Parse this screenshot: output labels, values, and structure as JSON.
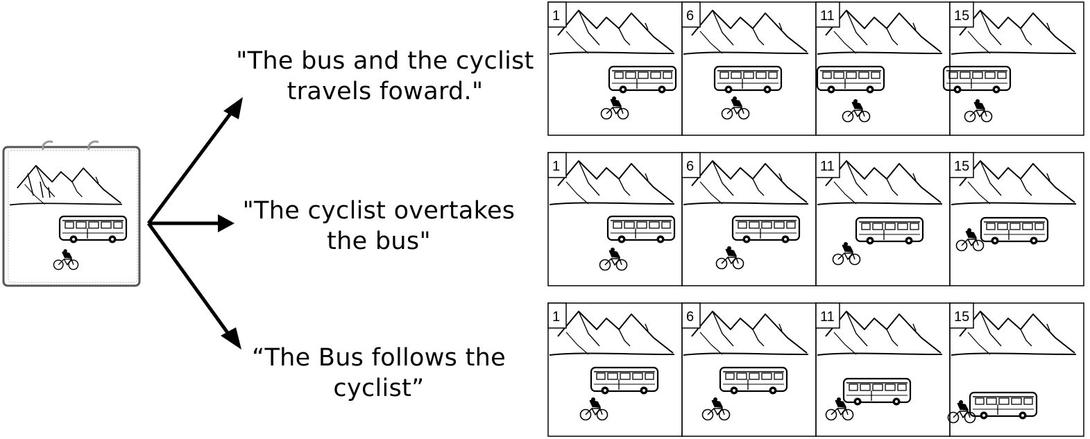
{
  "rows": [
    {
      "prompt_lines": [
        "\"The bus and the cyclist",
        "travels foward.\""
      ],
      "frames": [
        "1",
        "6",
        "11",
        "15"
      ]
    },
    {
      "prompt_lines": [
        "\"The cyclist overtakes",
        "the bus\""
      ],
      "frames": [
        "1",
        "6",
        "11",
        "15"
      ]
    },
    {
      "prompt_lines": [
        "“The Bus follows the",
        "cyclist”"
      ],
      "frames": [
        "1",
        "6",
        "11",
        "15"
      ]
    }
  ]
}
